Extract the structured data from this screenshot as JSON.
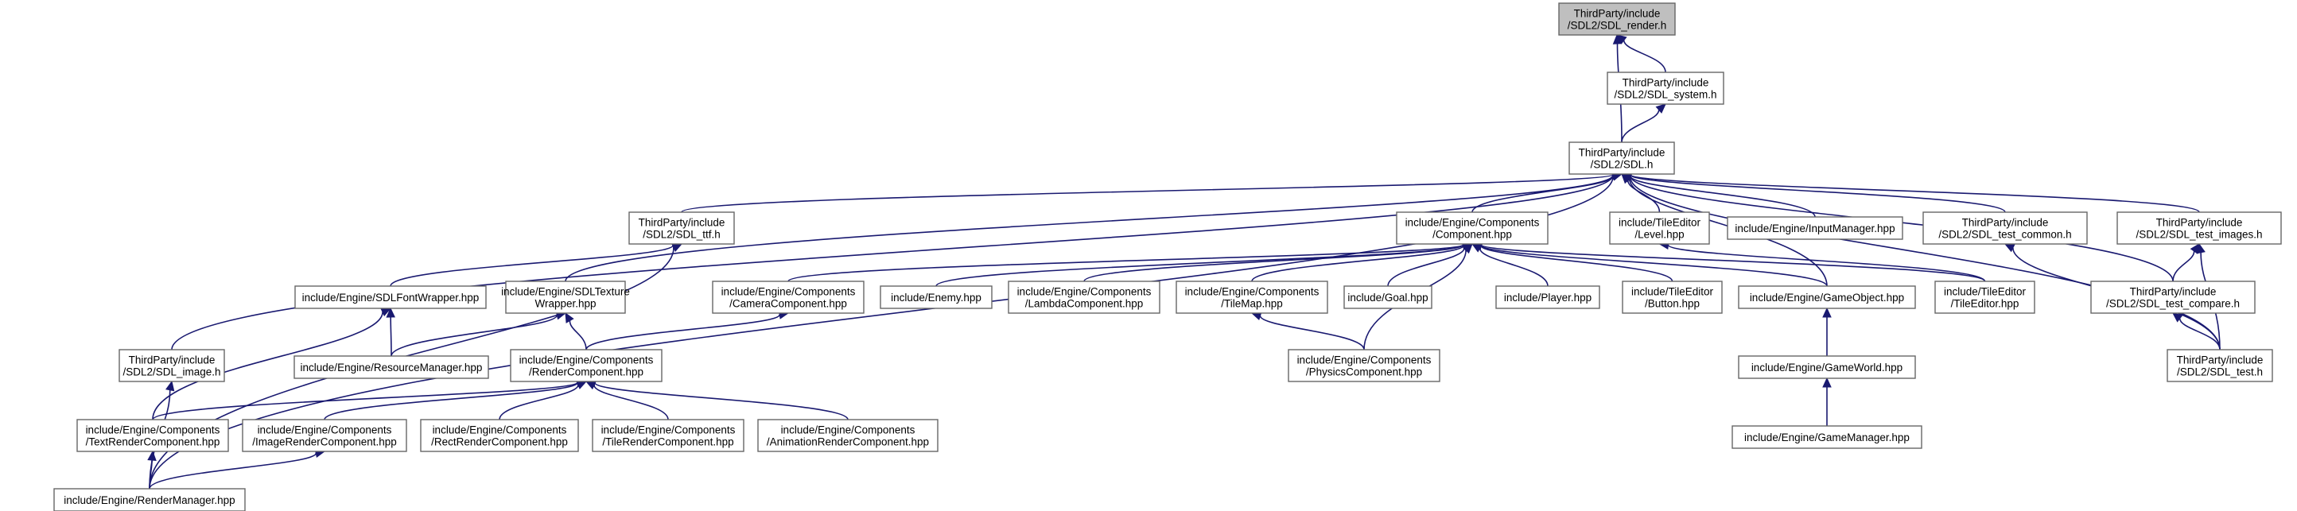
{
  "graph": {
    "colors": {
      "edge": "#191970",
      "node_border": "#666666",
      "root_fill": "#bfbfbf"
    },
    "nodes": [
      {
        "id": "sdl_render",
        "lines": [
          "ThirdParty/include",
          "/SDL2/SDL_render.h"
        ],
        "root": true
      },
      {
        "id": "sdl_system",
        "lines": [
          "ThirdParty/include",
          "/SDL2/SDL_system.h"
        ]
      },
      {
        "id": "sdl",
        "lines": [
          "ThirdParty/include",
          "/SDL2/SDL.h"
        ]
      },
      {
        "id": "sdl_ttf",
        "lines": [
          "ThirdParty/include",
          "/SDL2/SDL_ttf.h"
        ]
      },
      {
        "id": "component",
        "lines": [
          "include/Engine/Components",
          "/Component.hpp"
        ]
      },
      {
        "id": "level",
        "lines": [
          "include/TileEditor",
          "/Level.hpp"
        ]
      },
      {
        "id": "inputmgr",
        "lines": [
          "include/Engine/InputManager.hpp"
        ]
      },
      {
        "id": "test_common",
        "lines": [
          "ThirdParty/include",
          "/SDL2/SDL_test_common.h"
        ]
      },
      {
        "id": "test_images",
        "lines": [
          "ThirdParty/include",
          "/SDL2/SDL_test_images.h"
        ]
      },
      {
        "id": "sdlfont",
        "lines": [
          "include/Engine/SDLFontWrapper.hpp"
        ]
      },
      {
        "id": "sdltexture",
        "lines": [
          "include/Engine/SDLTexture",
          "Wrapper.hpp"
        ]
      },
      {
        "id": "camera",
        "lines": [
          "include/Engine/Components",
          "/CameraComponent.hpp"
        ]
      },
      {
        "id": "enemy",
        "lines": [
          "include/Enemy.hpp"
        ]
      },
      {
        "id": "lambda",
        "lines": [
          "include/Engine/Components",
          "/LambdaComponent.hpp"
        ]
      },
      {
        "id": "tilemap",
        "lines": [
          "include/Engine/Components",
          "/TileMap.hpp"
        ]
      },
      {
        "id": "goal",
        "lines": [
          "include/Goal.hpp"
        ]
      },
      {
        "id": "player",
        "lines": [
          "include/Player.hpp"
        ]
      },
      {
        "id": "button",
        "lines": [
          "include/TileEditor",
          "/Button.hpp"
        ]
      },
      {
        "id": "gameobject",
        "lines": [
          "include/Engine/GameObject.hpp"
        ]
      },
      {
        "id": "tileeditor",
        "lines": [
          "include/TileEditor",
          "/TileEditor.hpp"
        ]
      },
      {
        "id": "test_compare",
        "lines": [
          "ThirdParty/include",
          "/SDL2/SDL_test_compare.h"
        ]
      },
      {
        "id": "sdl_image",
        "lines": [
          "ThirdParty/include",
          "/SDL2/SDL_image.h"
        ]
      },
      {
        "id": "resourcemgr",
        "lines": [
          "include/Engine/ResourceManager.hpp"
        ]
      },
      {
        "id": "rendercomp",
        "lines": [
          "include/Engine/Components",
          "/RenderComponent.hpp"
        ]
      },
      {
        "id": "physics",
        "lines": [
          "include/Engine/Components",
          "/PhysicsComponent.hpp"
        ]
      },
      {
        "id": "gameworld",
        "lines": [
          "include/Engine/GameWorld.hpp"
        ]
      },
      {
        "id": "sdl_test",
        "lines": [
          "ThirdParty/include",
          "/SDL2/SDL_test.h"
        ]
      },
      {
        "id": "textrender",
        "lines": [
          "include/Engine/Components",
          "/TextRenderComponent.hpp"
        ]
      },
      {
        "id": "imagerender",
        "lines": [
          "include/Engine/Components",
          "/ImageRenderComponent.hpp"
        ]
      },
      {
        "id": "rectrender",
        "lines": [
          "include/Engine/Components",
          "/RectRenderComponent.hpp"
        ]
      },
      {
        "id": "tilerender",
        "lines": [
          "include/Engine/Components",
          "/TileRenderComponent.hpp"
        ]
      },
      {
        "id": "animrender",
        "lines": [
          "include/Engine/Components",
          "/AnimationRenderComponent.hpp"
        ]
      },
      {
        "id": "gamemanager",
        "lines": [
          "include/Engine/GameManager.hpp"
        ]
      },
      {
        "id": "rendermgr",
        "lines": [
          "include/Engine/RenderManager.hpp"
        ]
      }
    ],
    "edges": [
      [
        "sdl_system",
        "sdl_render"
      ],
      [
        "sdl",
        "sdl_render"
      ],
      [
        "sdl",
        "sdl_system"
      ],
      [
        "sdl_ttf",
        "sdl"
      ],
      [
        "component",
        "sdl"
      ],
      [
        "level",
        "sdl"
      ],
      [
        "inputmgr",
        "sdl"
      ],
      [
        "test_common",
        "sdl"
      ],
      [
        "test_images",
        "sdl"
      ],
      [
        "sdltexture",
        "sdl"
      ],
      [
        "gameobject",
        "sdl"
      ],
      [
        "test_compare",
        "sdl"
      ],
      [
        "sdl_image",
        "sdl"
      ],
      [
        "sdl_test",
        "sdl"
      ],
      [
        "rendermgr",
        "sdl"
      ],
      [
        "sdlfont",
        "sdl_ttf"
      ],
      [
        "rendermgr",
        "sdl_ttf"
      ],
      [
        "camera",
        "component"
      ],
      [
        "enemy",
        "component"
      ],
      [
        "lambda",
        "component"
      ],
      [
        "tilemap",
        "component"
      ],
      [
        "goal",
        "component"
      ],
      [
        "player",
        "component"
      ],
      [
        "button",
        "component"
      ],
      [
        "gameobject",
        "component"
      ],
      [
        "tileeditor",
        "component"
      ],
      [
        "physics",
        "component"
      ],
      [
        "tileeditor",
        "level"
      ],
      [
        "sdl_test",
        "test_common"
      ],
      [
        "test_compare",
        "test_images"
      ],
      [
        "sdl_test",
        "test_images"
      ],
      [
        "resourcemgr",
        "sdlfont"
      ],
      [
        "textrender",
        "sdlfont"
      ],
      [
        "resourcemgr",
        "sdltexture"
      ],
      [
        "rendercomp",
        "sdltexture"
      ],
      [
        "rendercomp",
        "camera"
      ],
      [
        "physics",
        "tilemap"
      ],
      [
        "gameworld",
        "gameobject"
      ],
      [
        "sdl_test",
        "test_compare"
      ],
      [
        "rendermgr",
        "sdl_image"
      ],
      [
        "textrender",
        "rendercomp"
      ],
      [
        "imagerender",
        "rendercomp"
      ],
      [
        "rectrender",
        "rendercomp"
      ],
      [
        "tilerender",
        "rendercomp"
      ],
      [
        "animrender",
        "rendercomp"
      ],
      [
        "gamemanager",
        "gameworld"
      ],
      [
        "rendermgr",
        "textrender"
      ],
      [
        "rendermgr",
        "imagerender"
      ]
    ]
  }
}
